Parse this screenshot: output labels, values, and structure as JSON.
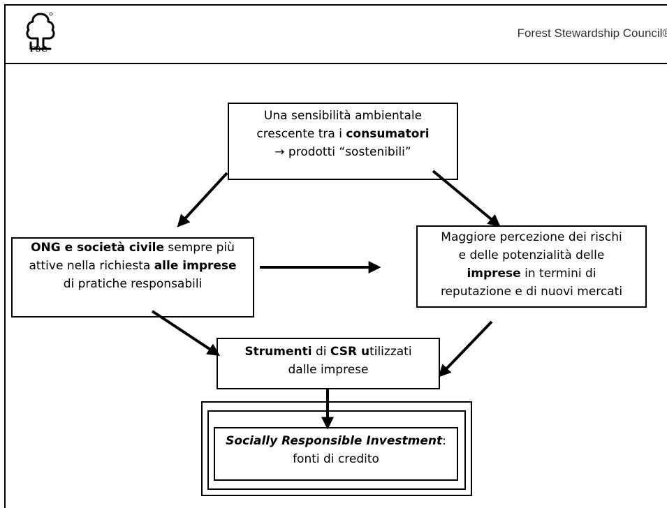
{
  "header": {
    "logo_text": "FSC",
    "organization": "Forest Stewardship Council®"
  },
  "diagram": {
    "top": {
      "line1": "Una sensibilità ambientale",
      "line2_prefix": "crescente tra i ",
      "line2_bold": "consumatori",
      "line3": "→ prodotti “sostenibili”"
    },
    "left": {
      "bold1": "ONG e società civile",
      "text1": " sempre più",
      "text2": "attive nella richiesta ",
      "bold2": "alle imprese",
      "text3": "di pratiche responsabili"
    },
    "right": {
      "line1": "Maggiore percezione dei rischi",
      "line2": "e delle potenzialità delle",
      "bold": "imprese",
      "line3_rest": " in termini di",
      "line4": "reputazione e di nuovi mercati"
    },
    "center": {
      "bold1": "Strumenti",
      "text1": " di ",
      "bold2": "CSR u",
      "text2": "tilizzati",
      "line2": "dalle imprese"
    },
    "bottom": {
      "italic_bold": "Socially Responsible Investment",
      "colon": ":",
      "line2": "fonti di credito"
    }
  }
}
